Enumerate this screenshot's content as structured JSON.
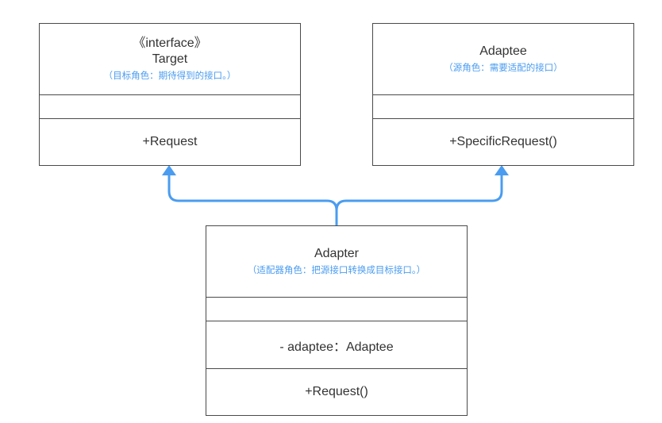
{
  "colors": {
    "border": "#4a4a4a",
    "connector": "#4a9cf0",
    "note": "#4a9cf0",
    "text": "#333333"
  },
  "target": {
    "stereotype": "《interface》",
    "name": "Target",
    "note": "（目标角色：期待得到的接口。）",
    "method": "+Request"
  },
  "adaptee": {
    "name": "Adaptee",
    "note": "（源角色：需要适配的接口）",
    "method": "+SpecificRequest()"
  },
  "adapter": {
    "name": "Adapter",
    "note": "（适配器角色：把源接口转换成目标接口。）",
    "attribute": "- adaptee：Adaptee",
    "method": "+Request()"
  },
  "relations": [
    {
      "from": "adapter",
      "to": "target",
      "type": "realization"
    },
    {
      "from": "adapter",
      "to": "adaptee",
      "type": "association"
    }
  ]
}
